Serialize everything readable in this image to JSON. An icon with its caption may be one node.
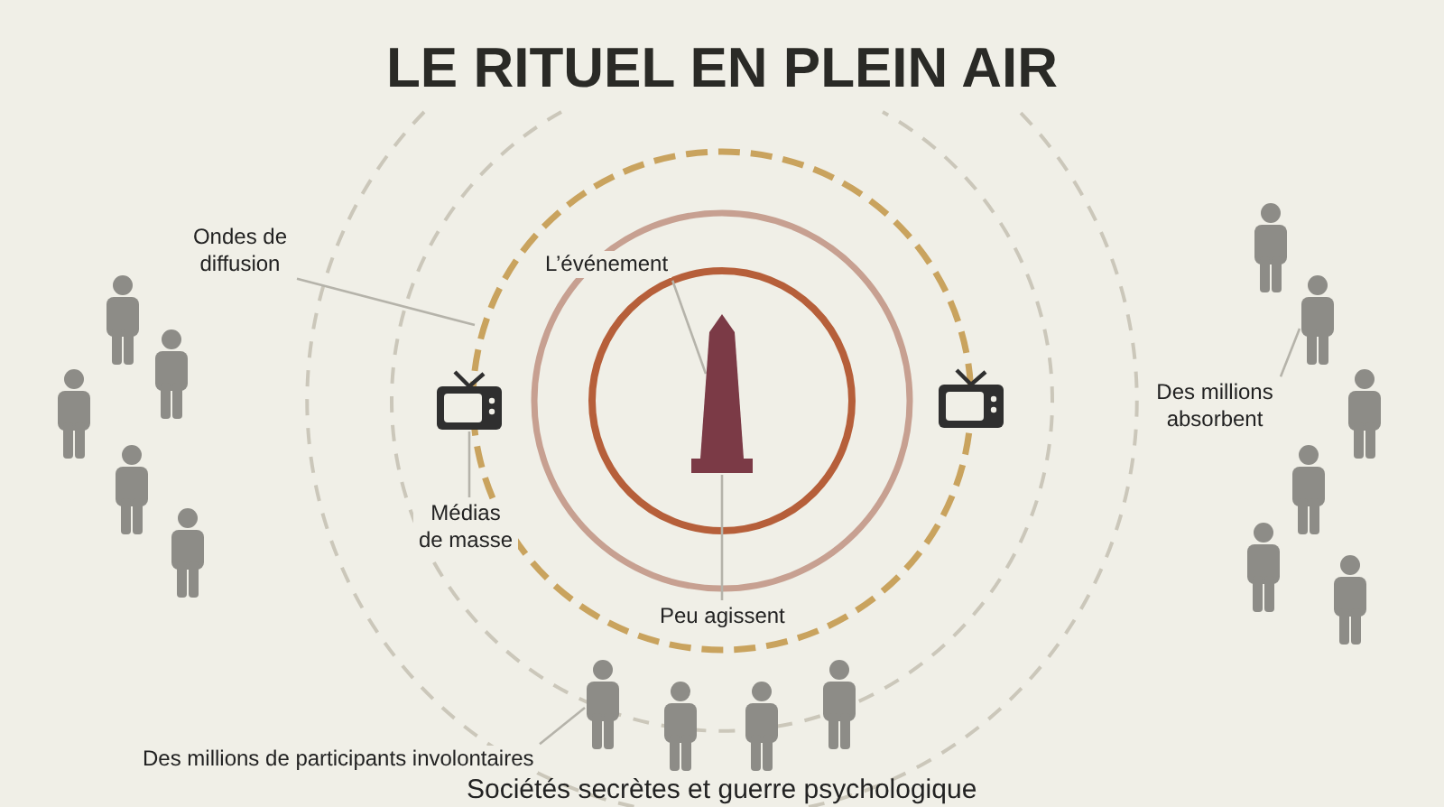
{
  "diagram": {
    "title": "LE RITUEL EN PLEIN AIR",
    "caption": "Sociétés secrètes et guerre psychologique",
    "nodes": [
      {
        "text": [
          "Ondes de diffusion"
        ]
      },
      {
        "text": [],
        "shape": "circle"
      },
      {
        "text": [
          "L’événement"
        ],
        "in": 1
      },
      {
        "text": [],
        "shape": "picture",
        "in": 1
      },
      {
        "text": [
          "Peu agissent"
        ],
        "in": 1
      },
      {
        "text": [],
        "shape": "person"
      },
      {
        "text": [],
        "shape": "picture"
      },
      {
        "text": [
          "Médias de masse"
        ]
      },
      {
        "text": [],
        "shape": "picture"
      },
      {
        "text": [],
        "shape": "person"
      },
      {
        "text": [
          "Des millions absorbent"
        ]
      },
      {
        "text": [],
        "shape": "person"
      },
      {
        "text": [
          "Des millions de participants involontaires"
        ]
      }
    ],
    "edges": [
      {
        "from": 0,
        "to": 1,
        "arrow": "none"
      },
      {
        "from": 2,
        "to": 3,
        "arrow": "none"
      },
      {
        "from": 4,
        "to": 3,
        "arrow": "none"
      },
      {
        "from": 7,
        "to": 6,
        "arrow": "none"
      },
      {
        "from": 10,
        "to": 9,
        "arrow": "none"
      },
      {
        "from": 12,
        "to": 11,
        "arrow": "none"
      }
    ]
  }
}
